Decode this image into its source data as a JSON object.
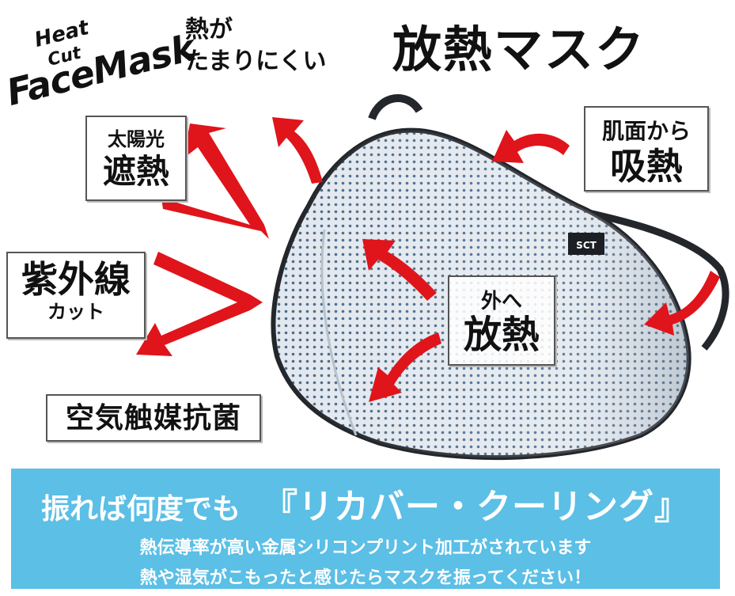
{
  "logo": {
    "line1": "Heat",
    "line2": "Cut",
    "line3": "FaceMask"
  },
  "header": {
    "small_line1": "熱が",
    "small_line2": "たまりにくい",
    "big": "放熱マスク"
  },
  "features": {
    "sun": {
      "small": "太陽光",
      "big": "遮熱"
    },
    "uv": {
      "big": "紫外線",
      "small": "カット"
    },
    "antibac": {
      "big": "空気触媒抗菌"
    },
    "absorb": {
      "small": "肌面から",
      "big": "吸熱"
    },
    "release": {
      "small": "外へ",
      "big": "放熱"
    }
  },
  "mask": {
    "tag_text": "SCT"
  },
  "banner": {
    "line1_a": "振れば何度でも",
    "line1_b": "『リカバー・クーリング』",
    "line2": "熱伝導率が高い金属シリコンプリント加工がされています",
    "line3": "熱や湿気がこもったと感じたらマスクを振ってください！"
  },
  "colors": {
    "arrow": "#e0141b",
    "banner": "#5bbfe6",
    "mask_fabric": "#dfe6ec",
    "mask_dot": "#4a6a8a",
    "mask_edge": "#23262b"
  },
  "icons": [
    "curved-arrow-icon",
    "v-arrow-icon"
  ]
}
